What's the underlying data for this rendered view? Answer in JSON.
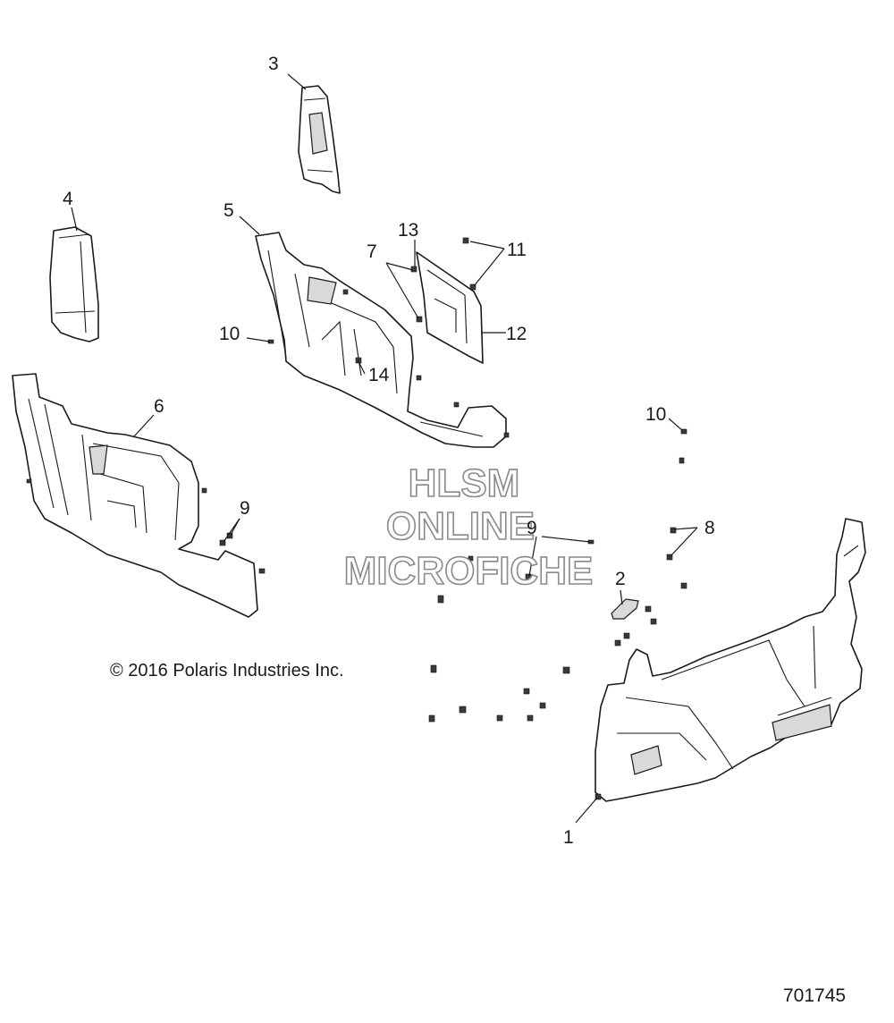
{
  "callouts": [
    "1",
    "2",
    "3",
    "4",
    "5",
    "6",
    "7",
    "8",
    "9",
    "9",
    "10",
    "10",
    "11",
    "12",
    "13",
    "14"
  ],
  "watermark": {
    "line1": "HLSM",
    "line2": "ONLINE",
    "line3": "MICROFICHE"
  },
  "copyright": "© 2016 Polaris Industries Inc.",
  "diagram_number": "701745"
}
